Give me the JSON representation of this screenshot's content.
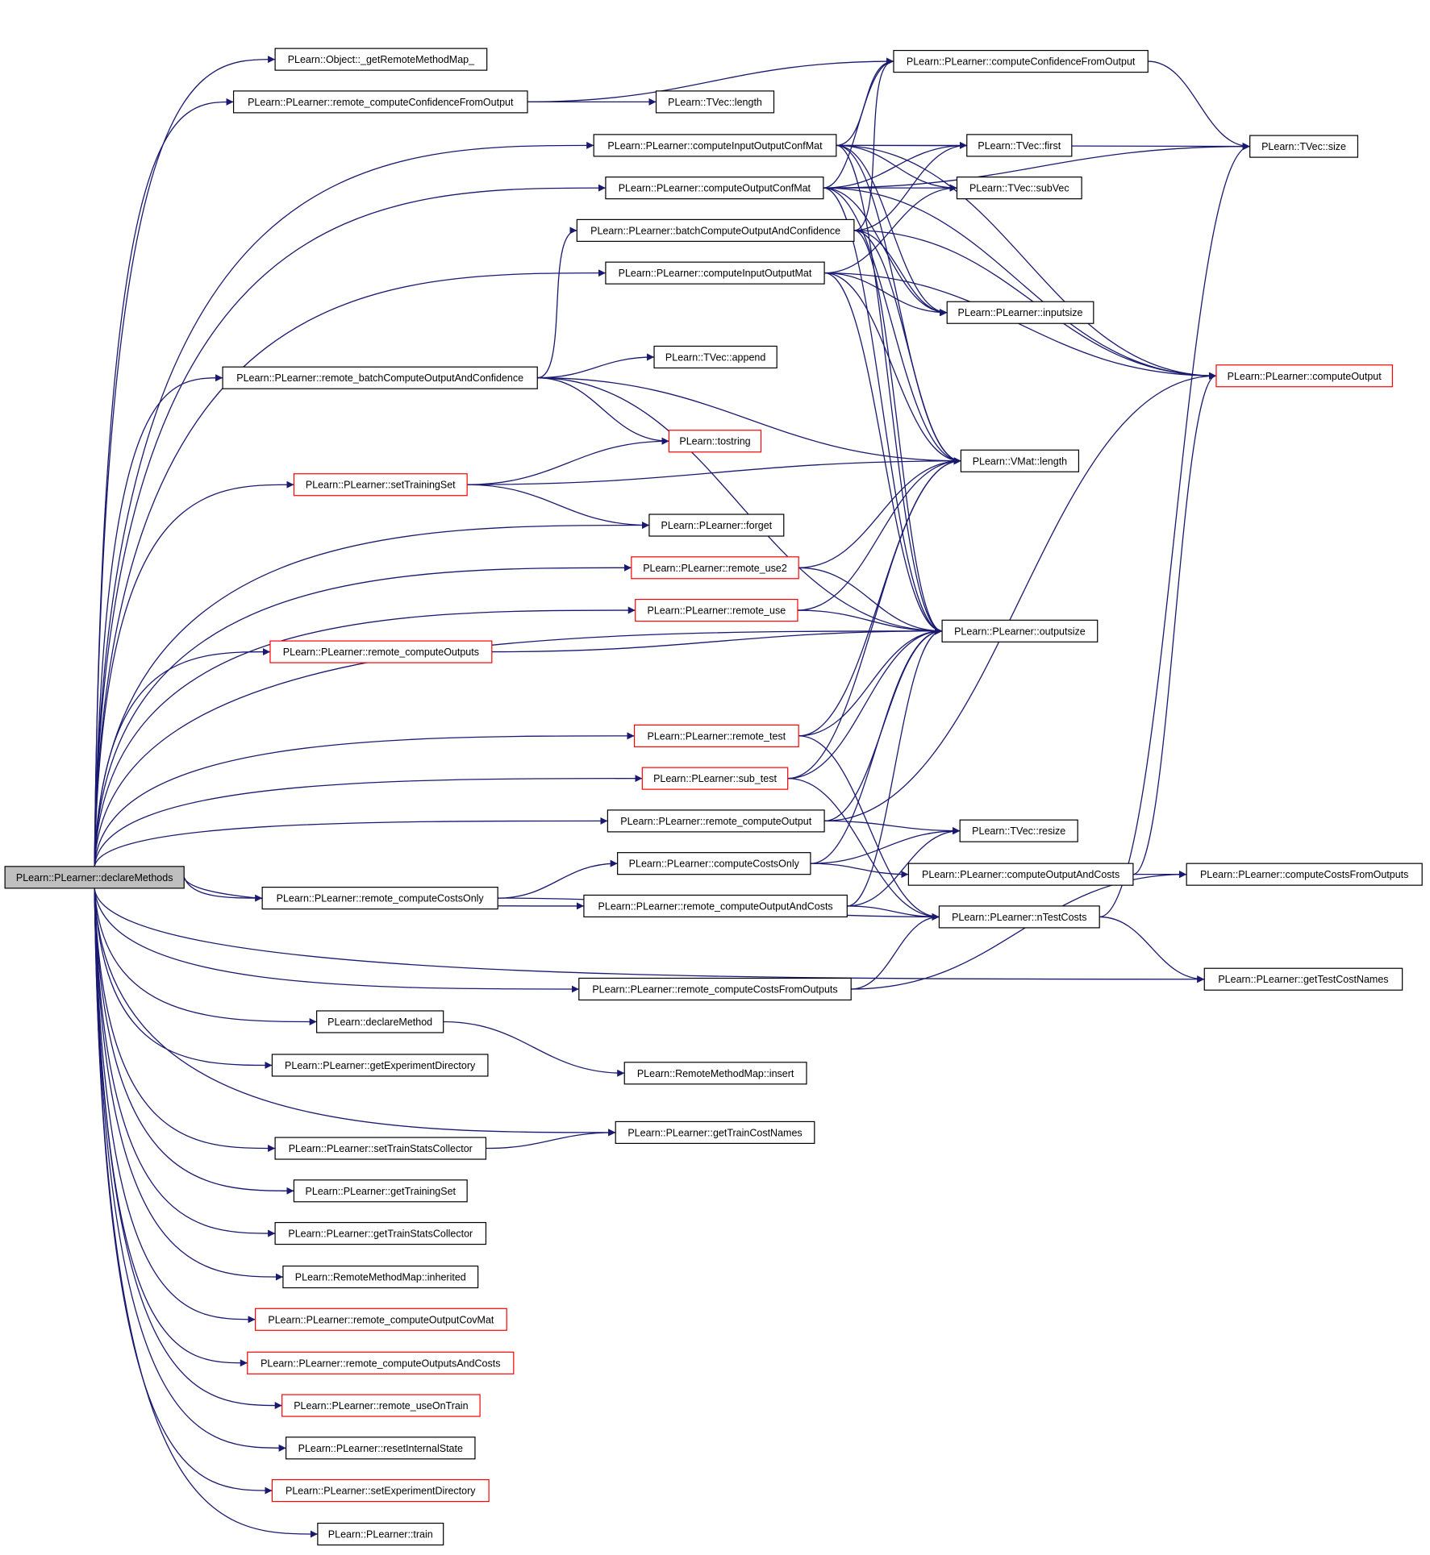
{
  "colors": {
    "edge": "#191970",
    "node_border": "#000000",
    "link_border": "#ff0000",
    "root_fill": "#bfbfbf"
  },
  "nodes": [
    {
      "id": "root",
      "label": "PLearn::PLearner::declareMethods",
      "style": "root"
    },
    {
      "id": "getRemoteMethodMap",
      "label": "PLearn::Object::_getRemoteMethodMap_",
      "style": "normal"
    },
    {
      "id": "remote_computeConfidenceFromOutput",
      "label": "PLearn::PLearner::remote_computeConfidenceFromOutput",
      "style": "normal"
    },
    {
      "id": "computeConfidenceFromOutput",
      "label": "PLearn::PLearner::computeConfidenceFromOutput",
      "style": "normal"
    },
    {
      "id": "tvec_length",
      "label": "PLearn::TVec::length",
      "style": "normal"
    },
    {
      "id": "computeInputOutputConfMat",
      "label": "PLearn::PLearner::computeInputOutputConfMat",
      "style": "normal"
    },
    {
      "id": "tvec_first",
      "label": "PLearn::TVec::first",
      "style": "normal"
    },
    {
      "id": "tvec_size",
      "label": "PLearn::TVec::size",
      "style": "normal"
    },
    {
      "id": "computeOutputConfMat",
      "label": "PLearn::PLearner::computeOutputConfMat",
      "style": "normal"
    },
    {
      "id": "tvec_subVec",
      "label": "PLearn::TVec::subVec",
      "style": "normal"
    },
    {
      "id": "batchComputeOutputAndConfidence",
      "label": "PLearn::PLearner::batchComputeOutputAndConfidence",
      "style": "normal"
    },
    {
      "id": "computeInputOutputMat",
      "label": "PLearn::PLearner::computeInputOutputMat",
      "style": "normal"
    },
    {
      "id": "inputsize",
      "label": "PLearn::PLearner::inputsize",
      "style": "normal"
    },
    {
      "id": "tvec_append",
      "label": "PLearn::TVec::append",
      "style": "normal"
    },
    {
      "id": "remote_batchComputeOutputAndConfidence",
      "label": "PLearn::PLearner::remote_batchComputeOutputAndConfidence",
      "style": "normal"
    },
    {
      "id": "computeOutput",
      "label": "PLearn::PLearner::computeOutput",
      "style": "link"
    },
    {
      "id": "tostring",
      "label": "PLearn::tostring",
      "style": "link"
    },
    {
      "id": "setTrainingSet",
      "label": "PLearn::PLearner::setTrainingSet",
      "style": "link"
    },
    {
      "id": "vmat_length",
      "label": "PLearn::VMat::length",
      "style": "normal"
    },
    {
      "id": "forget",
      "label": "PLearn::PLearner::forget",
      "style": "normal"
    },
    {
      "id": "remote_use2",
      "label": "PLearn::PLearner::remote_use2",
      "style": "link"
    },
    {
      "id": "remote_use",
      "label": "PLearn::PLearner::remote_use",
      "style": "link"
    },
    {
      "id": "outputsize",
      "label": "PLearn::PLearner::outputsize",
      "style": "normal"
    },
    {
      "id": "remote_computeOutputs",
      "label": "PLearn::PLearner::remote_computeOutputs",
      "style": "link"
    },
    {
      "id": "remote_test",
      "label": "PLearn::PLearner::remote_test",
      "style": "link"
    },
    {
      "id": "sub_test",
      "label": "PLearn::PLearner::sub_test",
      "style": "link"
    },
    {
      "id": "remote_computeOutput",
      "label": "PLearn::PLearner::remote_computeOutput",
      "style": "normal"
    },
    {
      "id": "tvec_resize",
      "label": "PLearn::TVec::resize",
      "style": "normal"
    },
    {
      "id": "computeCostsOnly",
      "label": "PLearn::PLearner::computeCostsOnly",
      "style": "normal"
    },
    {
      "id": "computeOutputAndCosts",
      "label": "PLearn::PLearner::computeOutputAndCosts",
      "style": "normal"
    },
    {
      "id": "computeCostsFromOutputs",
      "label": "PLearn::PLearner::computeCostsFromOutputs",
      "style": "normal"
    },
    {
      "id": "remote_computeCostsOnly",
      "label": "PLearn::PLearner::remote_computeCostsOnly",
      "style": "normal"
    },
    {
      "id": "remote_computeOutputAndCosts",
      "label": "PLearn::PLearner::remote_computeOutputAndCosts",
      "style": "normal"
    },
    {
      "id": "nTestCosts",
      "label": "PLearn::PLearner::nTestCosts",
      "style": "normal"
    },
    {
      "id": "remote_computeCostsFromOutputs",
      "label": "PLearn::PLearner::remote_computeCostsFromOutputs",
      "style": "normal"
    },
    {
      "id": "getTestCostNames",
      "label": "PLearn::PLearner::getTestCostNames",
      "style": "normal"
    },
    {
      "id": "declareMethod",
      "label": "PLearn::declareMethod",
      "style": "normal"
    },
    {
      "id": "getExperimentDirectory",
      "label": "PLearn::PLearner::getExperimentDirectory",
      "style": "normal"
    },
    {
      "id": "rmm_insert",
      "label": "PLearn::RemoteMethodMap::insert",
      "style": "normal"
    },
    {
      "id": "getTrainCostNames",
      "label": "PLearn::PLearner::getTrainCostNames",
      "style": "normal"
    },
    {
      "id": "setTrainStatsCollector",
      "label": "PLearn::PLearner::setTrainStatsCollector",
      "style": "normal"
    },
    {
      "id": "getTrainingSet",
      "label": "PLearn::PLearner::getTrainingSet",
      "style": "normal"
    },
    {
      "id": "getTrainStatsCollector",
      "label": "PLearn::PLearner::getTrainStatsCollector",
      "style": "normal"
    },
    {
      "id": "rmm_inherited",
      "label": "PLearn::RemoteMethodMap::inherited",
      "style": "normal"
    },
    {
      "id": "remote_computeOutputCovMat",
      "label": "PLearn::PLearner::remote_computeOutputCovMat",
      "style": "link"
    },
    {
      "id": "remote_computeOutputsAndCosts",
      "label": "PLearn::PLearner::remote_computeOutputsAndCosts",
      "style": "link"
    },
    {
      "id": "remote_useOnTrain",
      "label": "PLearn::PLearner::remote_useOnTrain",
      "style": "link"
    },
    {
      "id": "resetInternalState",
      "label": "PLearn::PLearner::resetInternalState",
      "style": "normal"
    },
    {
      "id": "setExperimentDirectory",
      "label": "PLearn::PLearner::setExperimentDirectory",
      "style": "link"
    },
    {
      "id": "train",
      "label": "PLearn::PLearner::train",
      "style": "normal"
    }
  ],
  "edges": [
    [
      "root",
      "getRemoteMethodMap"
    ],
    [
      "root",
      "remote_computeConfidenceFromOutput"
    ],
    [
      "root",
      "computeInputOutputConfMat"
    ],
    [
      "root",
      "computeOutputConfMat"
    ],
    [
      "root",
      "computeInputOutputMat"
    ],
    [
      "root",
      "remote_batchComputeOutputAndConfidence"
    ],
    [
      "root",
      "setTrainingSet"
    ],
    [
      "root",
      "forget"
    ],
    [
      "root",
      "remote_use2"
    ],
    [
      "root",
      "remote_use"
    ],
    [
      "root",
      "remote_computeOutputs"
    ],
    [
      "root",
      "outputsize"
    ],
    [
      "root",
      "remote_test"
    ],
    [
      "root",
      "sub_test"
    ],
    [
      "root",
      "remote_computeOutput"
    ],
    [
      "root",
      "remote_computeOutputAndCosts"
    ],
    [
      "root",
      "remote_computeCostsOnly"
    ],
    [
      "root",
      "remote_computeCostsFromOutputs"
    ],
    [
      "root",
      "getTestCostNames"
    ],
    [
      "root",
      "declareMethod"
    ],
    [
      "root",
      "getExperimentDirectory"
    ],
    [
      "root",
      "getTrainCostNames"
    ],
    [
      "root",
      "setTrainStatsCollector"
    ],
    [
      "root",
      "getTrainingSet"
    ],
    [
      "root",
      "getTrainStatsCollector"
    ],
    [
      "root",
      "rmm_inherited"
    ],
    [
      "root",
      "remote_computeOutputCovMat"
    ],
    [
      "root",
      "remote_computeOutputsAndCosts"
    ],
    [
      "root",
      "remote_useOnTrain"
    ],
    [
      "root",
      "resetInternalState"
    ],
    [
      "root",
      "setExperimentDirectory"
    ],
    [
      "root",
      "train"
    ],
    [
      "remote_computeConfidenceFromOutput",
      "computeConfidenceFromOutput"
    ],
    [
      "remote_computeConfidenceFromOutput",
      "tvec_length"
    ],
    [
      "computeConfidenceFromOutput",
      "tvec_size"
    ],
    [
      "computeInputOutputConfMat",
      "computeConfidenceFromOutput"
    ],
    [
      "computeInputOutputConfMat",
      "tvec_first"
    ],
    [
      "computeInputOutputConfMat",
      "tvec_subVec"
    ],
    [
      "computeInputOutputConfMat",
      "tvec_size"
    ],
    [
      "computeInputOutputConfMat",
      "computeOutput"
    ],
    [
      "computeInputOutputConfMat",
      "inputsize"
    ],
    [
      "computeInputOutputConfMat",
      "vmat_length"
    ],
    [
      "computeInputOutputConfMat",
      "outputsize"
    ],
    [
      "computeOutputConfMat",
      "computeConfidenceFromOutput"
    ],
    [
      "computeOutputConfMat",
      "tvec_first"
    ],
    [
      "computeOutputConfMat",
      "tvec_subVec"
    ],
    [
      "computeOutputConfMat",
      "tvec_size"
    ],
    [
      "computeOutputConfMat",
      "computeOutput"
    ],
    [
      "computeOutputConfMat",
      "inputsize"
    ],
    [
      "computeOutputConfMat",
      "vmat_length"
    ],
    [
      "computeOutputConfMat",
      "outputsize"
    ],
    [
      "batchComputeOutputAndConfidence",
      "computeConfidenceFromOutput"
    ],
    [
      "batchComputeOutputAndConfidence",
      "tvec_first"
    ],
    [
      "batchComputeOutputAndConfidence",
      "computeOutput"
    ],
    [
      "batchComputeOutputAndConfidence",
      "inputsize"
    ],
    [
      "batchComputeOutputAndConfidence",
      "vmat_length"
    ],
    [
      "batchComputeOutputAndConfidence",
      "outputsize"
    ],
    [
      "computeInputOutputMat",
      "tvec_subVec"
    ],
    [
      "computeInputOutputMat",
      "computeOutput"
    ],
    [
      "computeInputOutputMat",
      "inputsize"
    ],
    [
      "computeInputOutputMat",
      "vmat_length"
    ],
    [
      "computeInputOutputMat",
      "outputsize"
    ],
    [
      "remote_batchComputeOutputAndConfidence",
      "batchComputeOutputAndConfidence"
    ],
    [
      "remote_batchComputeOutputAndConfidence",
      "tvec_append"
    ],
    [
      "remote_batchComputeOutputAndConfidence",
      "tostring"
    ],
    [
      "remote_batchComputeOutputAndConfidence",
      "vmat_length"
    ],
    [
      "remote_batchComputeOutputAndConfidence",
      "outputsize"
    ],
    [
      "setTrainingSet",
      "tostring"
    ],
    [
      "setTrainingSet",
      "vmat_length"
    ],
    [
      "setTrainingSet",
      "forget"
    ],
    [
      "remote_use2",
      "vmat_length"
    ],
    [
      "remote_use2",
      "outputsize"
    ],
    [
      "remote_use",
      "vmat_length"
    ],
    [
      "remote_use",
      "outputsize"
    ],
    [
      "remote_computeOutputs",
      "outputsize"
    ],
    [
      "remote_test",
      "vmat_length"
    ],
    [
      "remote_test",
      "outputsize"
    ],
    [
      "remote_test",
      "nTestCosts"
    ],
    [
      "sub_test",
      "vmat_length"
    ],
    [
      "sub_test",
      "outputsize"
    ],
    [
      "sub_test",
      "nTestCosts"
    ],
    [
      "remote_computeOutput",
      "outputsize"
    ],
    [
      "remote_computeOutput",
      "tvec_resize"
    ],
    [
      "remote_computeOutput",
      "computeOutput"
    ],
    [
      "computeCostsOnly",
      "tvec_resize"
    ],
    [
      "computeCostsOnly",
      "computeOutputAndCosts"
    ],
    [
      "computeCostsOnly",
      "outputsize"
    ],
    [
      "computeOutputAndCosts",
      "computeCostsFromOutputs"
    ],
    [
      "computeOutputAndCosts",
      "computeOutput"
    ],
    [
      "remote_computeCostsOnly",
      "computeCostsOnly"
    ],
    [
      "remote_computeCostsOnly",
      "nTestCosts"
    ],
    [
      "remote_computeOutputAndCosts",
      "tvec_resize"
    ],
    [
      "remote_computeOutputAndCosts",
      "outputsize"
    ],
    [
      "remote_computeOutputAndCosts",
      "nTestCosts"
    ],
    [
      "nTestCosts",
      "getTestCostNames"
    ],
    [
      "nTestCosts",
      "tvec_size"
    ],
    [
      "remote_computeCostsFromOutputs",
      "nTestCosts"
    ],
    [
      "remote_computeCostsFromOutputs",
      "computeCostsFromOutputs"
    ],
    [
      "declareMethod",
      "rmm_insert"
    ],
    [
      "setTrainStatsCollector",
      "getTrainCostNames"
    ]
  ]
}
